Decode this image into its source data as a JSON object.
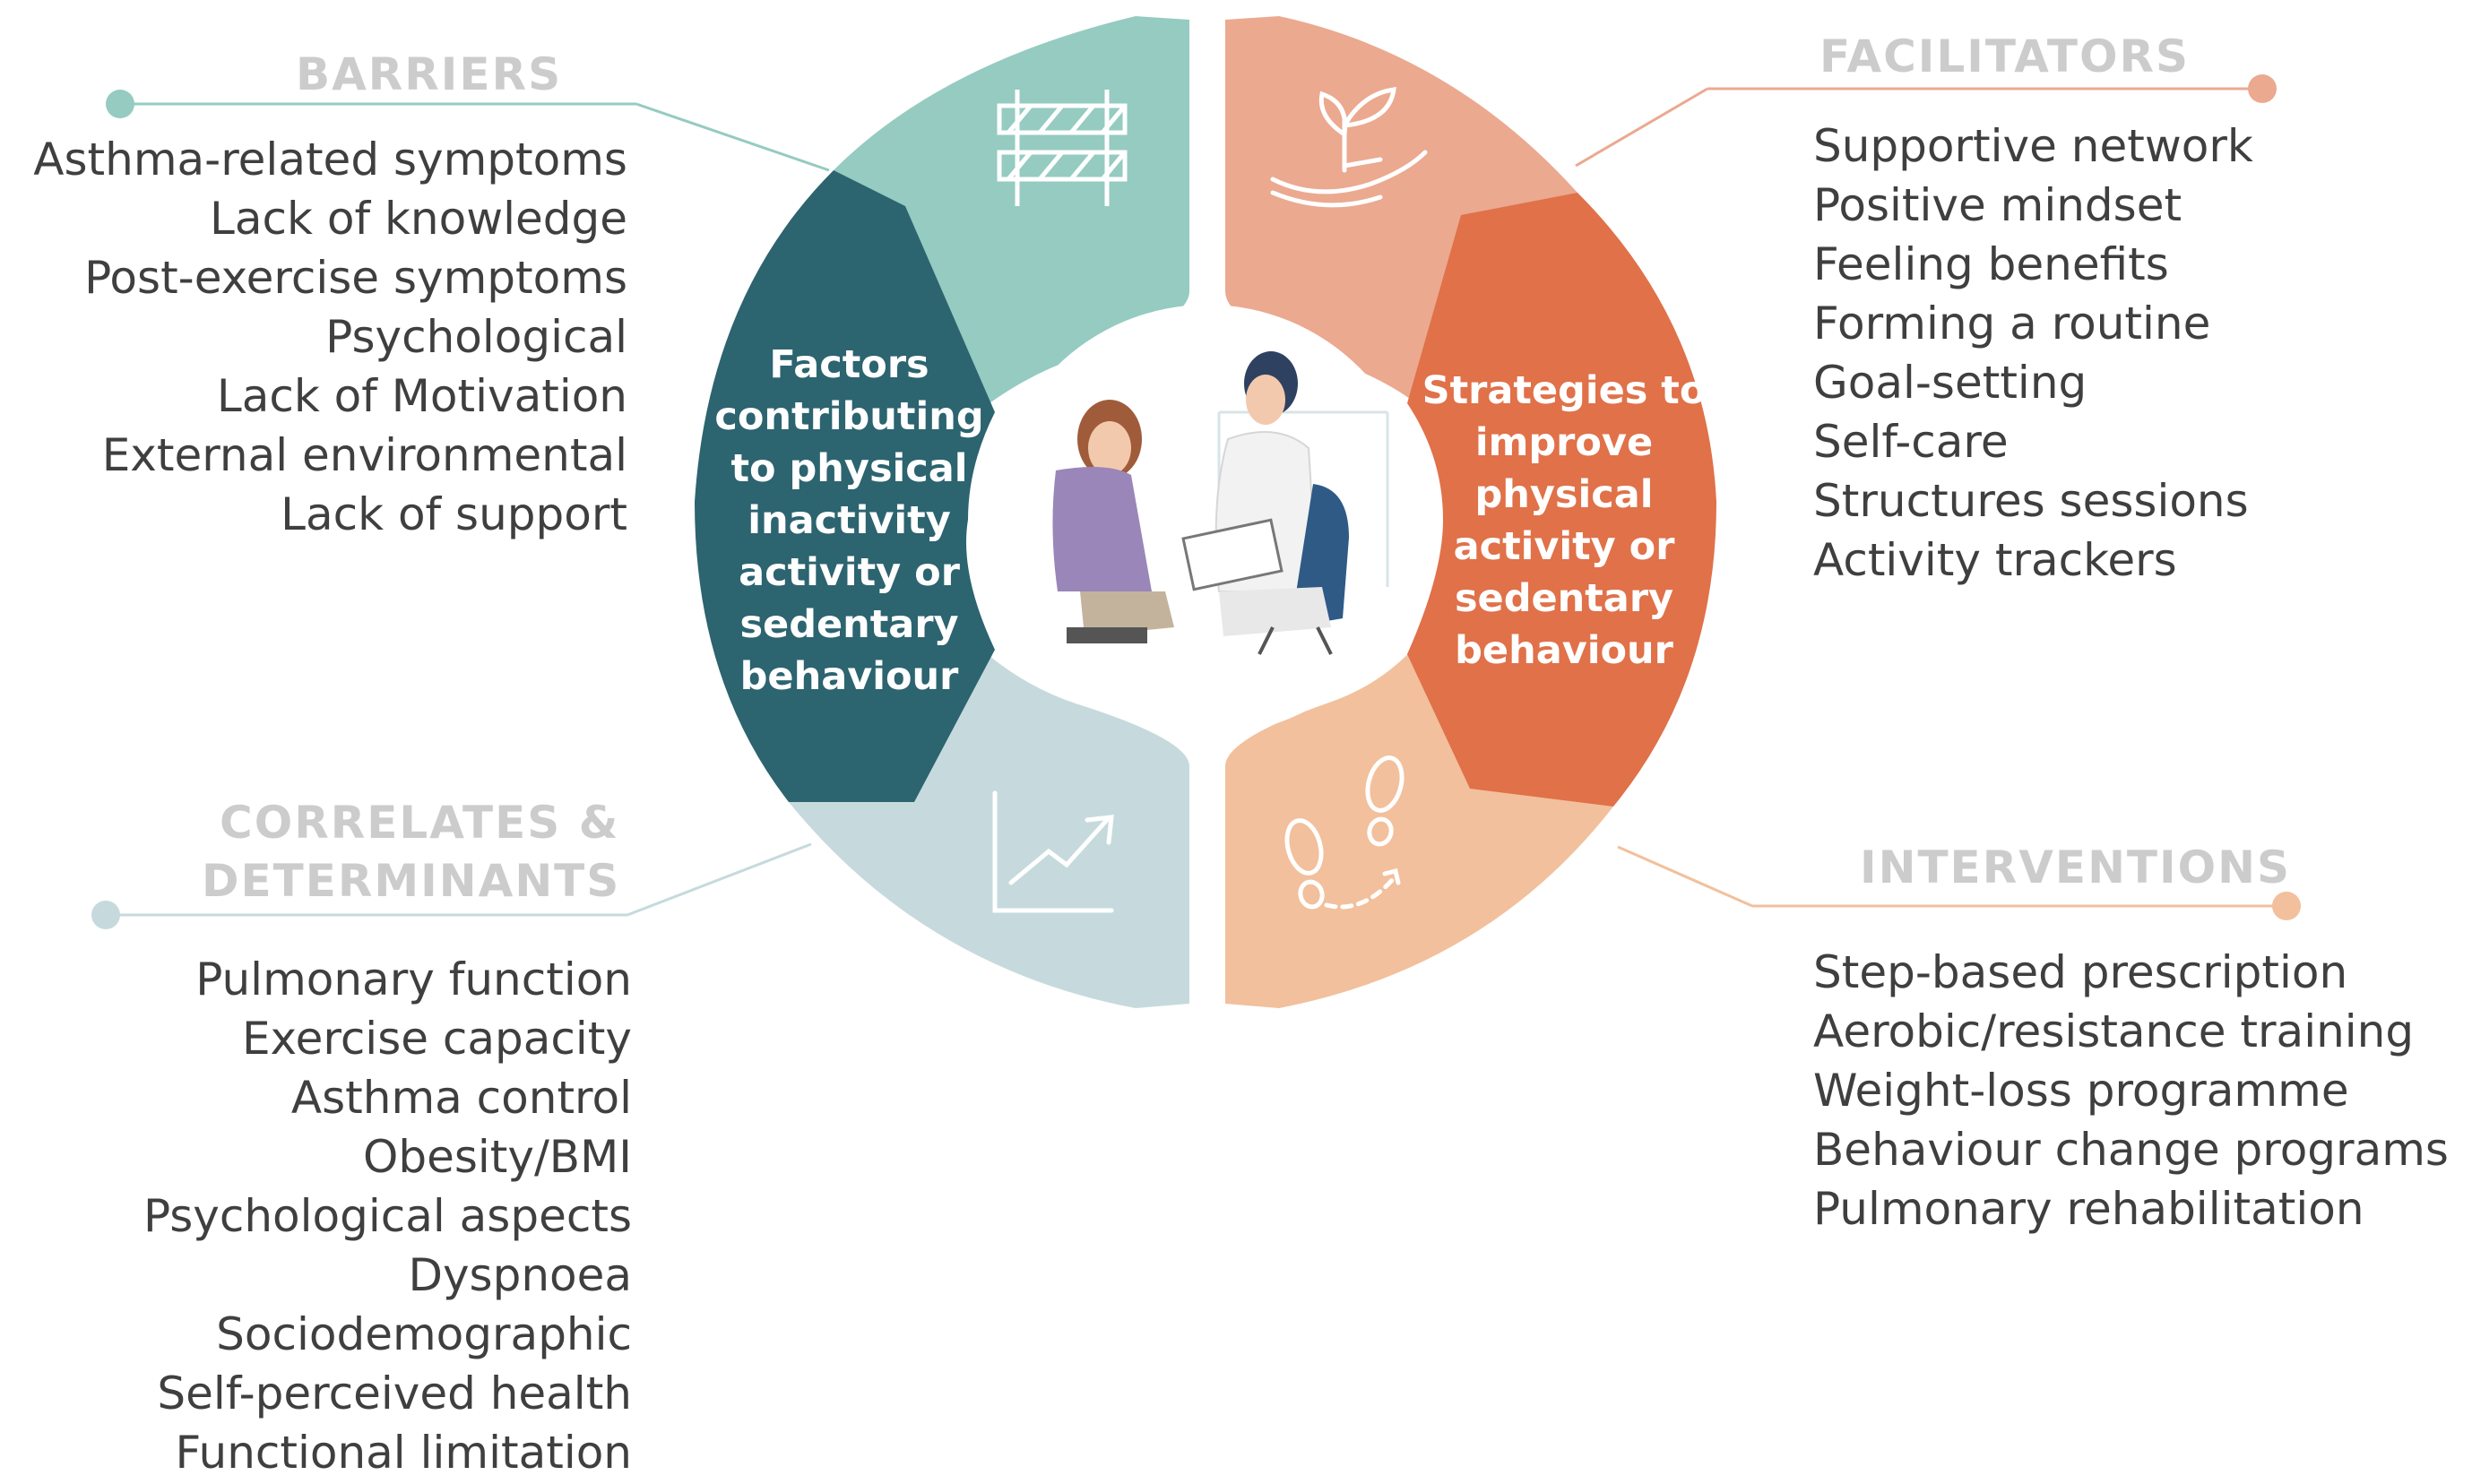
{
  "colors": {
    "barriers_light": "#95cbc1",
    "barriers_dark": "#2c6470",
    "correlates_light": "#c6dadd",
    "facilitators_light": "#eba990",
    "facilitators_dark": "#e07149",
    "interventions_light": "#f2c09c",
    "title_grey": "#cccccc",
    "text": "#3f3f3f"
  },
  "icons": {
    "barriers": "road-barrier-icon",
    "facilitators": "plant-in-hand-icon",
    "correlates": "rising-line-chart-icon",
    "interventions": "footsteps-icon",
    "center": "doctor-patient-consultation-icon"
  },
  "center": {
    "left_label": [
      "Factors",
      "contributing",
      "to physical",
      "inactivity",
      "activity or",
      "sedentary",
      "behaviour"
    ],
    "right_label": [
      "Strategies to",
      "improve",
      "physical",
      "activity or",
      "sedentary",
      "behaviour"
    ]
  },
  "barriers": {
    "title": "BARRIERS",
    "items": [
      "Asthma-related symptoms",
      "Lack of knowledge",
      "Post-exercise symptoms",
      "Psychological",
      "Lack of Motivation",
      "External environmental",
      "Lack of support"
    ]
  },
  "facilitators": {
    "title": "FACILITATORS",
    "items": [
      "Supportive network",
      "Positive mindset",
      "Feeling benefits",
      "Forming a routine",
      "Goal-setting",
      "Self-care",
      "Structures sessions",
      "Activity trackers"
    ]
  },
  "correlates": {
    "title_line1": "CORRELATES &",
    "title_line2": "DETERMINANTS",
    "items": [
      "Pulmonary function",
      "Exercise capacity",
      "Asthma control",
      "Obesity/BMI",
      "Psychological aspects",
      "Dyspnoea",
      "Sociodemographic",
      "Self-perceived health",
      "Functional limitation"
    ]
  },
  "interventions": {
    "title": "INTERVENTIONS",
    "items": [
      "Step-based prescription",
      "Aerobic/resistance training",
      "Weight-loss programme",
      "Behaviour change programs",
      "Pulmonary rehabilitation"
    ]
  }
}
